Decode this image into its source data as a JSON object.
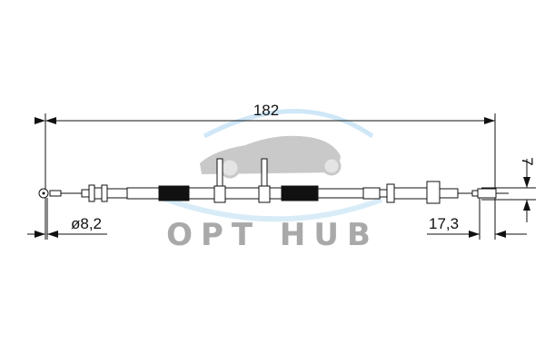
{
  "drawing": {
    "overall_length": "182",
    "diameter_label": "ø8,2",
    "end_length": "17,3",
    "offset": "7"
  },
  "watermark": {
    "text": "OPT HUB",
    "icon": "car-icon",
    "color": "#a9a9a9"
  }
}
